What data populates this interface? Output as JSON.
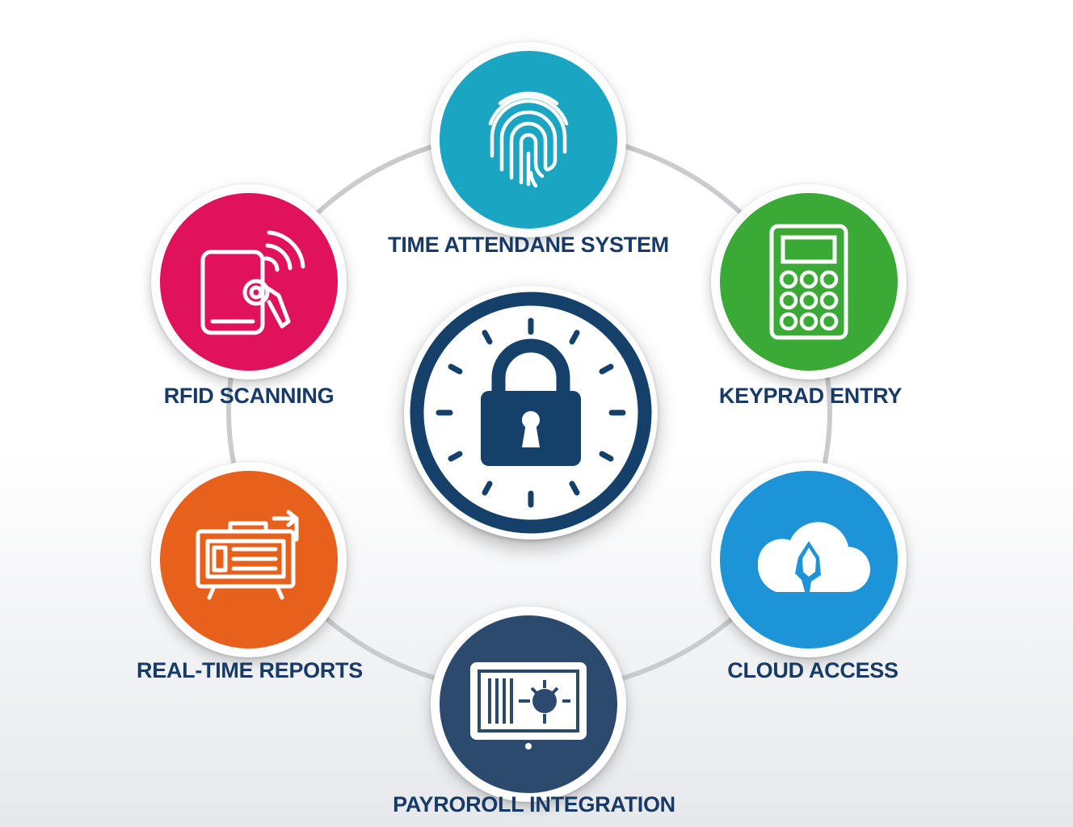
{
  "diagram": {
    "center": {
      "icon": "padlock-clock-icon",
      "color": "#15406a"
    },
    "nodes": [
      {
        "id": "time-attendance",
        "label": "TIME ATTENDANE SYSTEM",
        "icon": "fingerprint-icon",
        "color": "#1aa5c2"
      },
      {
        "id": "keypad-entry",
        "label": "KEYPRAD ENTRY",
        "icon": "keypad-icon",
        "color": "#3ba935"
      },
      {
        "id": "cloud-access",
        "label": "CLOUD ACCESS",
        "icon": "cloud-icon",
        "color": "#1d93d8"
      },
      {
        "id": "payroll-integration",
        "label": "PAYROROLL INTEGRATION",
        "icon": "monitor-icon",
        "color": "#2c4a6e"
      },
      {
        "id": "real-time-reports",
        "label": "REAL-TIME REPORTS",
        "icon": "report-board-icon",
        "color": "#e8611c"
      },
      {
        "id": "rfid-scanning",
        "label": "RFID SCANNING",
        "icon": "rfid-card-icon",
        "color": "#e0125c"
      }
    ]
  }
}
